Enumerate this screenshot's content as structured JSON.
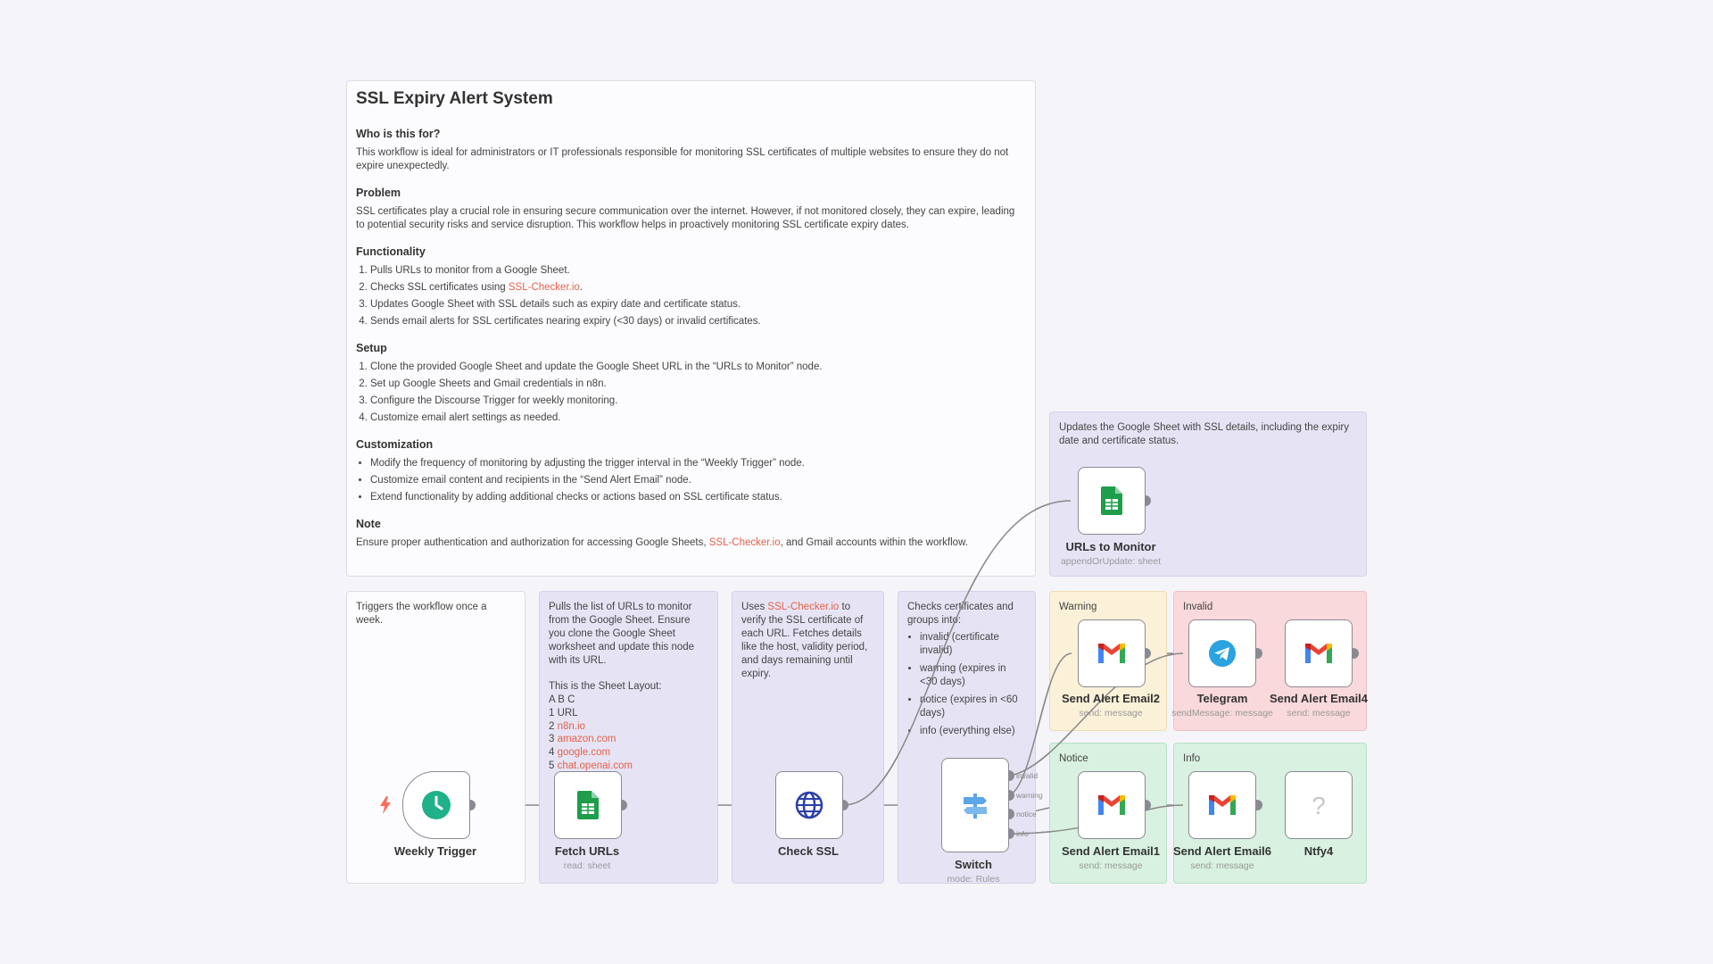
{
  "main_note": {
    "title": "SSL Expiry Alert System",
    "who_heading": "Who is this for?",
    "who_text": "This workflow is ideal for administrators or IT professionals responsible for monitoring SSL certificates of multiple websites to ensure they do not expire unexpectedly.",
    "problem_heading": "Problem",
    "problem_text": "SSL certificates play a crucial role in ensuring secure communication over the internet. However, if not monitored closely, they can expire, leading to potential security risks and service disruption. This workflow helps in proactively monitoring SSL certificate expiry dates.",
    "functionality_heading": "Functionality",
    "functionality_items": [
      "Pulls URLs to monitor from a Google Sheet.",
      "Checks SSL certificates using ",
      "Updates Google Sheet with SSL details such as expiry date and certificate status.",
      "Sends email alerts for SSL certificates nearing expiry (<30 days) or invalid certificates."
    ],
    "functionality_link": "SSL-Checker.io",
    "functionality_link_suffix": ".",
    "setup_heading": "Setup",
    "setup_items": [
      "Clone the provided Google Sheet and update the Google Sheet URL in the “URLs to Monitor” node.",
      "Set up Google Sheets and Gmail credentials in n8n.",
      "Configure the Discourse Trigger for weekly monitoring.",
      "Customize email alert settings as needed."
    ],
    "customization_heading": "Customization",
    "customization_items": [
      "Modify the frequency of monitoring by adjusting the trigger interval in the “Weekly Trigger” node.",
      "Customize email content and recipients in the “Send Alert Email” node.",
      "Extend functionality by adding additional checks or actions based on SSL certificate status."
    ],
    "note_heading": "Note",
    "note_text_before": "Ensure proper authentication and authorization for accessing Google Sheets, ",
    "note_link": "SSL-Checker.io",
    "note_text_after": ", and Gmail accounts within the workflow."
  },
  "sticky_notes": {
    "trigger": "Triggers the workflow once a week.",
    "fetch_intro": "Pulls the list of URLs to monitor from the Google Sheet. Ensure you clone the Google Sheet worksheet and update this node with its URL.",
    "fetch_layout_heading": "This is the Sheet Layout:",
    "fetch_layout_header": "A B C",
    "fetch_layout_row1": "1 URL",
    "fetch_rows": [
      {
        "num": "2",
        "url": "n8n.io"
      },
      {
        "num": "3",
        "url": "amazon.com"
      },
      {
        "num": "4",
        "url": "google.com"
      },
      {
        "num": "5",
        "url": "chat.openai.com"
      }
    ],
    "check_prefix": "Uses ",
    "check_link": "SSL-Checker.io",
    "check_suffix": " to verify the SSL certificate of each URL. Fetches details like the host, validity period, and days remaining until expiry.",
    "switch_intro": "Checks certificates and groups into:",
    "switch_items": [
      "invalid (certificate invalid)",
      "warning (expires in <30 days)",
      "notice (expires in <60 days)",
      "info (everything else)"
    ],
    "update": "Updates the Google Sheet with SSL details, including the expiry date and certificate status.",
    "warning": "Warning",
    "invalid": "Invalid",
    "notice": "Notice",
    "info": "Info"
  },
  "nodes": {
    "weekly_trigger": {
      "label": "Weekly Trigger",
      "icon": "clock-icon"
    },
    "fetch_urls": {
      "label": "Fetch URLs",
      "sub": "read: sheet",
      "icon": "google-sheets-icon"
    },
    "check_ssl": {
      "label": "Check SSL",
      "icon": "globe-icon"
    },
    "switch": {
      "label": "Switch",
      "sub": "mode: Rules",
      "icon": "signpost-icon",
      "outputs": [
        "invalid",
        "warning",
        "notice",
        "info"
      ]
    },
    "urls_to_monitor": {
      "label": "URLs to Monitor",
      "sub": "appendOrUpdate: sheet",
      "icon": "google-sheets-icon"
    },
    "send_alert_email2": {
      "label": "Send Alert Email2",
      "sub": "send: message",
      "icon": "gmail-icon"
    },
    "telegram": {
      "label": "Telegram",
      "sub": "sendMessage: message",
      "icon": "telegram-icon"
    },
    "send_alert_email4": {
      "label": "Send Alert Email4",
      "sub": "send: message",
      "icon": "gmail-icon"
    },
    "send_alert_email1": {
      "label": "Send Alert Email1",
      "sub": "send: message",
      "icon": "gmail-icon"
    },
    "send_alert_email6": {
      "label": "Send Alert Email6",
      "sub": "send: message",
      "icon": "gmail-icon"
    },
    "ntfy4": {
      "label": "Ntfy4",
      "icon": "question-icon"
    }
  },
  "colors": {
    "link": "#e5614b",
    "trigger_green": "#20b08a",
    "sheets_green": "#1e9e4a",
    "telegram_blue": "#2aa3e0",
    "globe_blue": "#2b3fa8",
    "wire": "#888888"
  }
}
